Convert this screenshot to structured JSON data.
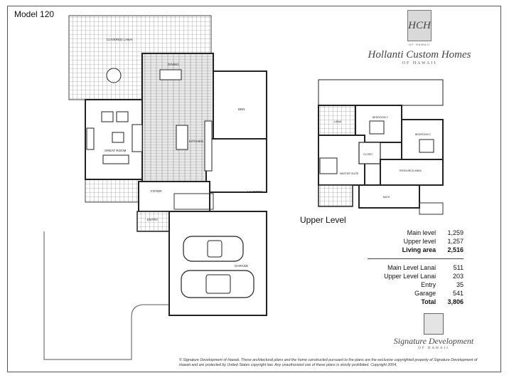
{
  "title": "Model 120",
  "upper_level_label": "Upper Level",
  "logo": {
    "monogram": "HCH",
    "monogram_sub": "OF HAWAII",
    "name": "Hollanti Custom Homes",
    "sub": "OF HAWAII"
  },
  "rooms": {
    "covered_lanai": "COVERED LANAI",
    "dining": "DINING",
    "den": "DEN",
    "great_room": "GREAT ROOM",
    "kitchen": "KITCHEN",
    "foyer": "FOYER",
    "laundry": "LAUNDRY",
    "entry": "ENTRY",
    "garage": "GARAGE",
    "bedroom2": "BEDROOM 2",
    "bedroom3": "BEDROOM 3",
    "master_suite": "MASTER SUITE",
    "resource_area": "RESOURCE AREA",
    "lanai_upper": "LANAI",
    "closet": "CLOSET",
    "bath": "BATH"
  },
  "areas": {
    "main_level": {
      "label": "Main level",
      "value": "1,259"
    },
    "upper_level": {
      "label": "Upper level",
      "value": "1,257"
    },
    "living_area": {
      "label": "Living area",
      "value": "2,516"
    },
    "main_lanai": {
      "label": "Main Level Lanai",
      "value": "511"
    },
    "upper_lanai": {
      "label": "Upper Level Lanai",
      "value": "203"
    },
    "entry": {
      "label": "Entry",
      "value": "35"
    },
    "garage": {
      "label": "Garage",
      "value": "541"
    },
    "total": {
      "label": "Total",
      "value": "3,806"
    }
  },
  "signature": {
    "name": "Signature Development",
    "sub": "OF HAWAII"
  },
  "copyright": "© Signature Development of Hawaii. These architectural plans and the home constructed pursuant to the plans are the exclusive copyrighted property of Signature Development of Hawaii and are protected by United States copyright law. Any unauthorized use of these plans is strictly prohibited. Copyright 2004."
}
